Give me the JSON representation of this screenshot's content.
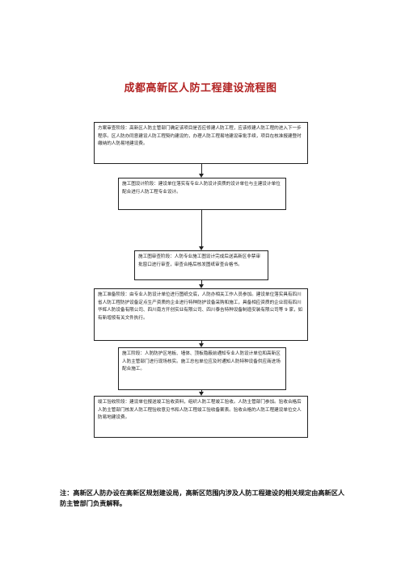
{
  "title": "成都高新区人防工程建设流程图",
  "steps": [
    {
      "text": "方案审查阶段：高新区人防主管部门确定该项目是否应修建人防工程，应该修建人防工程的进入下一步程序。区人防办同意建设人防工程契约建设的，办理人防工程易地建设审批手续，项目在核准报建登时缴纳的人防易地建设费。"
    },
    {
      "text": "施工图设计阶段：建设单位落实有专业人防设计资质的设计单位与主建设计单位配合进行人防工程专业设计。"
    },
    {
      "text": "施工图审查阶段：人防专业施工图设计完成后送高新区非禁审批窗口进行审查，审查合格后核发图纸审查合格书。"
    },
    {
      "text": "施工准备阶段：由专业人防设计单位进行图纸交底，人防办相关工作人员参加。建设单位落实具有四川省人防工程防护设备定点生产资质的企业进行特种防护设备采购和施工，具备相应资质的企业现有四川华辉人防设备有限公司、四川南方开创实业有限公司、四川泰吉特种设备制造安装有限公司等 9 家，如有新增按有关文件执行。"
    },
    {
      "text": "施工阶段：人防防护区地板、墙体、顶板隐蔽前通知专业人防设计单位和高新区人防主管部门进行现场核实。施工总包单位应及时通知人防特种设备供应商进场配合施工。"
    },
    {
      "text": "竣工验收阶段：建设单位报送竣工验收资料，组织人防工程竣工验收。人防主管部门参加。验收合格后人防主管部门核发人防工程验收意见书和人防工程竣工验收备案表。验收合格的人防工程建设单位交人防易地建设费。"
    }
  ],
  "note": "注：高新区人防办设在高新区规划建设局，高新区范围内涉及人防工程建设的相关规定由高新区人防主管部门负责解释。"
}
